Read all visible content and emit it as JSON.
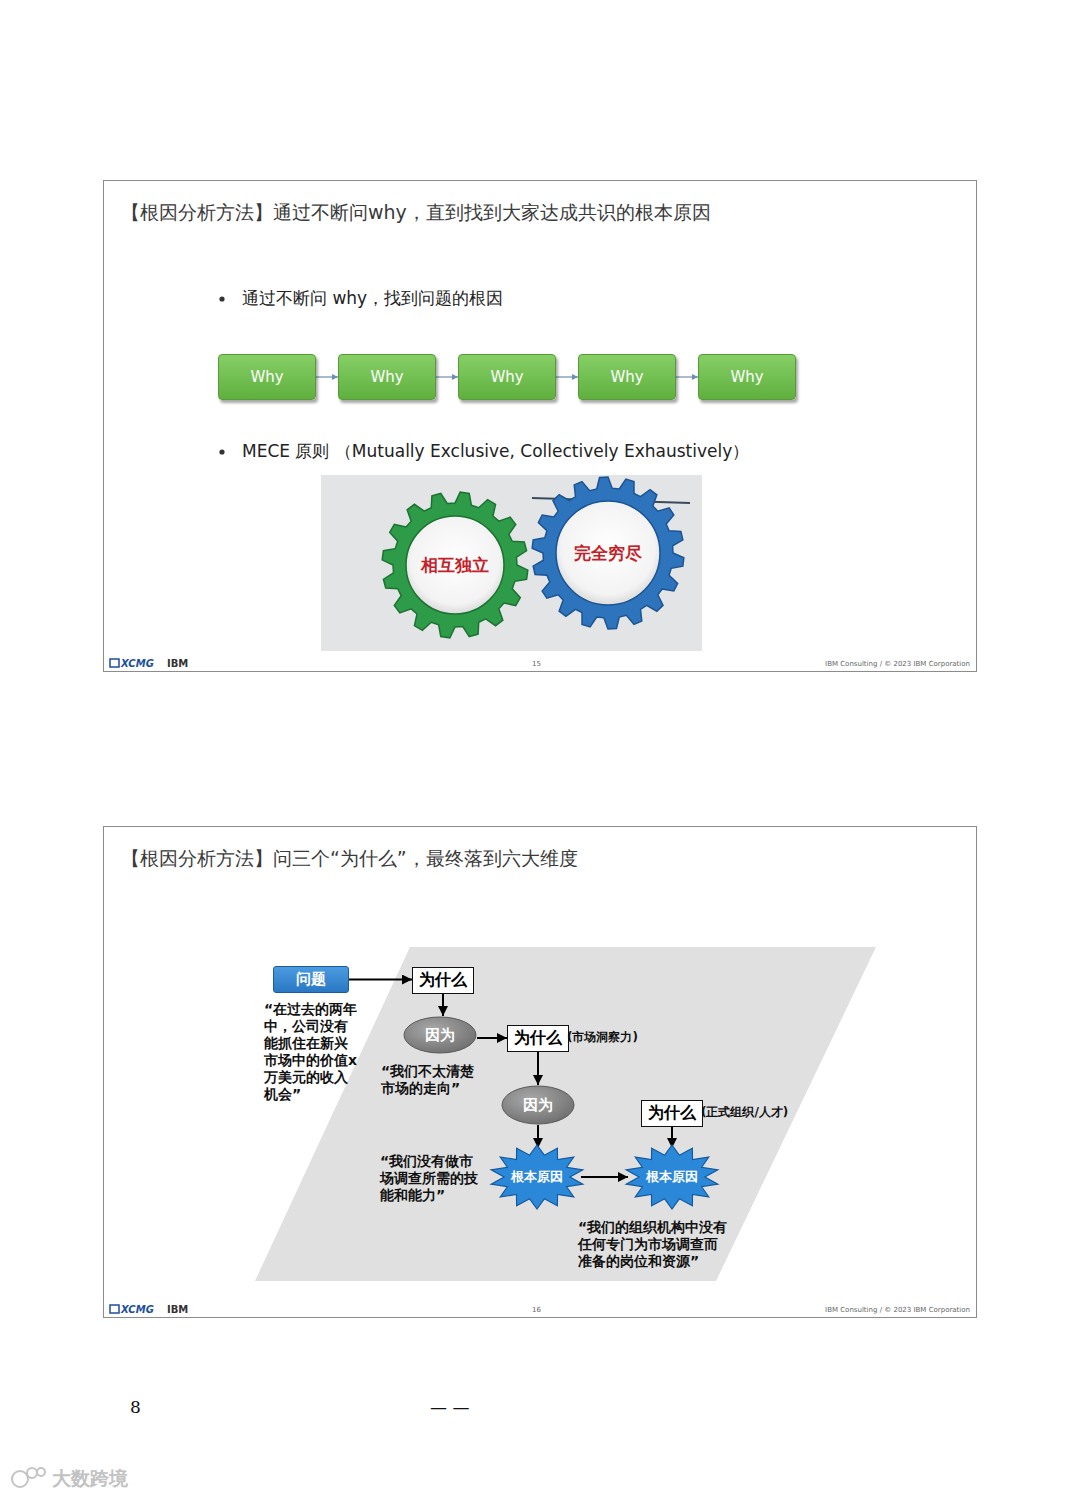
{
  "diagram": {
    "nodes": [
      {
        "text": [
          "【根因分析方法】通过不断问why，直到找到大家达成共识的根本原因"
        ]
      },
      {
        "text": [
          "Why"
        ],
        "in": 0
      },
      {
        "text": [
          "Why"
        ],
        "in": 0
      },
      {
        "text": [
          "Why"
        ],
        "in": 0
      },
      {
        "text": [
          "Why"
        ],
        "in": 0
      },
      {
        "text": [
          "Why"
        ],
        "in": 0
      },
      {
        "text": [
          "相互独立"
        ],
        "in": 0
      },
      {
        "text": [
          "完全穷尽"
        ],
        "in": 0
      },
      {
        "text": [
          "【根因分析方法】问三个“为什么”，最终落到六大维度"
        ]
      },
      {
        "text": [
          "问题"
        ],
        "in": 8
      },
      {
        "text": [
          "为什么"
        ],
        "in": 8
      },
      {
        "text": [
          "因为"
        ],
        "in": 8
      },
      {
        "text": [
          "为什么"
        ],
        "in": 8
      },
      {
        "text": [
          "因为"
        ],
        "in": 8
      },
      {
        "text": [
          "为什么"
        ],
        "in": 8
      },
      {
        "text": [
          "根本原因"
        ],
        "in": 8
      },
      {
        "text": [
          "根本原因"
        ],
        "in": 8
      }
    ],
    "edges": [
      {
        "from": 1,
        "to": 2,
        "arrow": "to"
      },
      {
        "from": 2,
        "to": 3,
        "arrow": "to"
      },
      {
        "from": 3,
        "to": 4,
        "arrow": "to"
      },
      {
        "from": 4,
        "to": 5,
        "arrow": "to"
      },
      {
        "from": 9,
        "to": 10,
        "arrow": "to"
      },
      {
        "from": 10,
        "to": 11,
        "arrow": "to"
      },
      {
        "from": 11,
        "to": 12,
        "arrow": "to"
      },
      {
        "from": 12,
        "to": 13,
        "arrow": "to"
      },
      {
        "from": 13,
        "to": 15,
        "arrow": "to"
      },
      {
        "from": 15,
        "to": 16,
        "arrow": "to"
      },
      {
        "from": 14,
        "to": 16,
        "arrow": "to"
      }
    ],
    "labels": [
      "通过不断问 why，找到问题的根因",
      "MECE 原则 （Mutually Exclusive, Collectively Exhaustively）",
      "XCMG",
      "IBM",
      "15",
      "IBM Consulting / © 2023 IBM Corporation",
      "“在过去的两年中，公司没有能抓住在新兴市场中的价值x万美元的收入机会”",
      "“我们不太清楚市场的走向”",
      "(市场洞察力)",
      "“我们没有做市场调查所需的技能和能力”",
      "(正式组织/人才)",
      "“我们的组织机构中没有任何专门为市场调查而准备的岗位和资源”",
      "XCMG",
      "IBM",
      "16",
      "IBM Consulting / © 2023 IBM Corporation",
      "8",
      "— —",
      "大数跨境"
    ]
  }
}
